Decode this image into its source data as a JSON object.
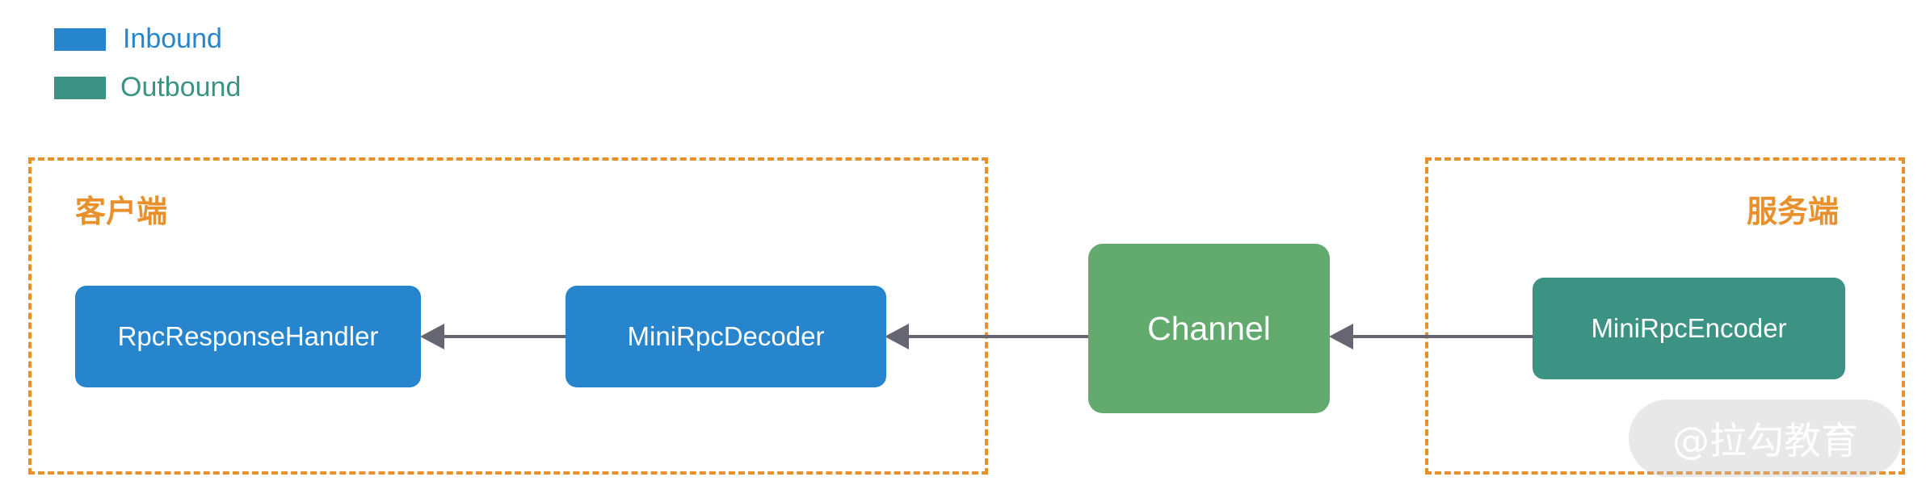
{
  "legend": {
    "items": [
      {
        "label": "Inbound",
        "color": "#2685cc"
      },
      {
        "label": "Outbound",
        "color": "#3c9283"
      }
    ]
  },
  "groups": {
    "client": {
      "title": "客户端",
      "border_color": "#e8912c"
    },
    "server": {
      "title": "服务端",
      "border_color": "#e8912c"
    }
  },
  "nodes": {
    "rpc_response_handler": {
      "label": "RpcResponseHandler",
      "kind": "inbound"
    },
    "mini_rpc_decoder": {
      "label": "MiniRpcDecoder",
      "kind": "inbound"
    },
    "channel": {
      "label": "Channel",
      "kind": "channel"
    },
    "mini_rpc_encoder": {
      "label": "MiniRpcEncoder",
      "kind": "outbound"
    }
  },
  "edges": [
    {
      "from": "MiniRpcEncoder",
      "to": "Channel"
    },
    {
      "from": "Channel",
      "to": "MiniRpcDecoder"
    },
    {
      "from": "MiniRpcDecoder",
      "to": "RpcResponseHandler"
    }
  ],
  "colors": {
    "inbound": "#2685cc",
    "outbound": "#3c9283",
    "channel": "#62aa6e",
    "group_border": "#e8912c",
    "arrow": "#666672"
  },
  "watermark": {
    "text": "@拉勾教育"
  }
}
